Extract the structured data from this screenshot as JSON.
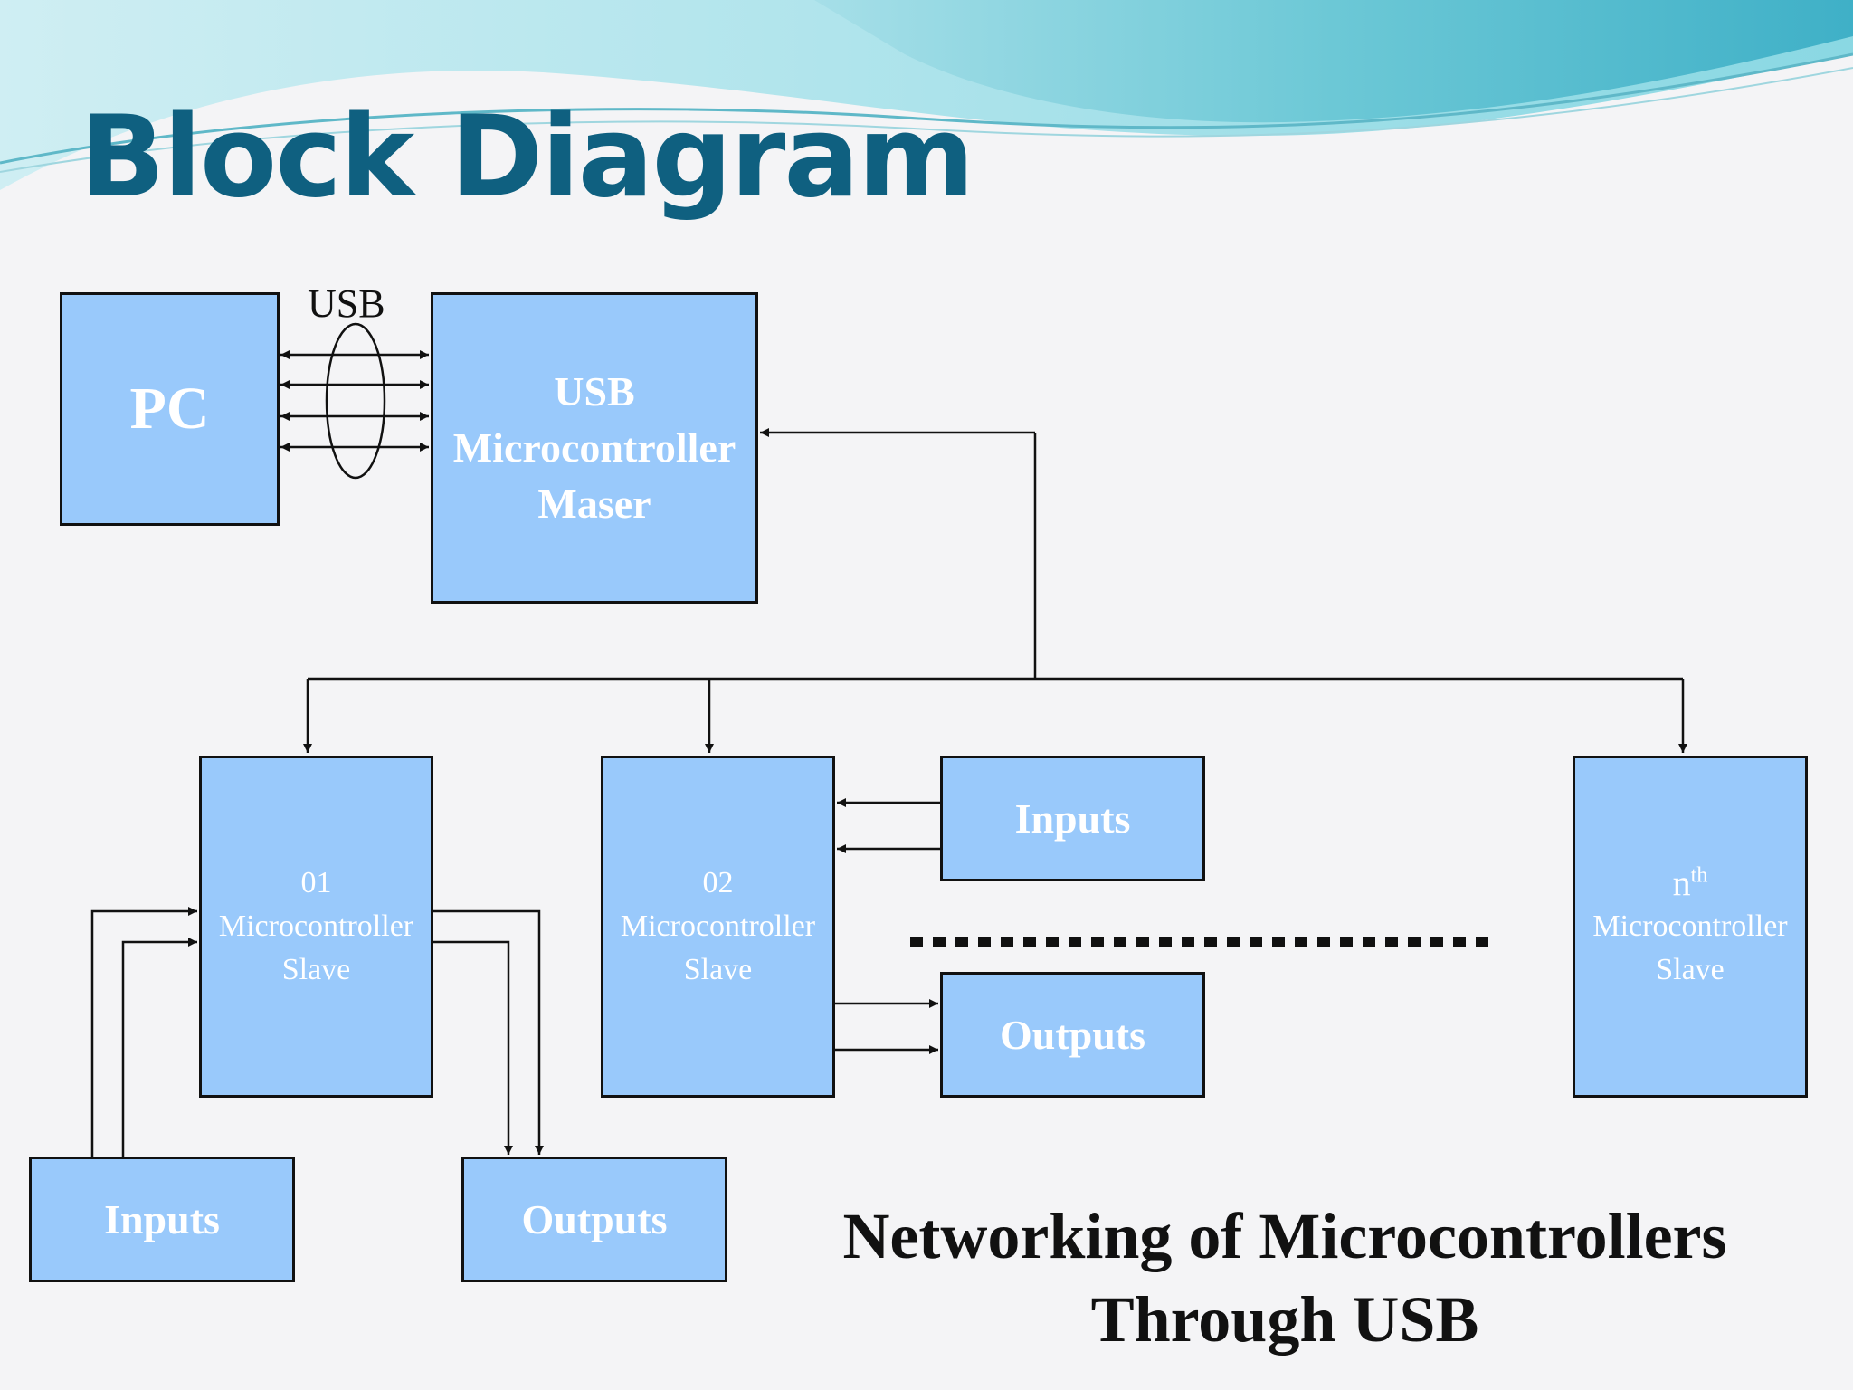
{
  "title": "Block Diagram",
  "pc": {
    "label": "PC"
  },
  "usb_link": {
    "label": "USB"
  },
  "master": {
    "lines": [
      "USB",
      "Microcontroller",
      "Maser"
    ]
  },
  "slaves": [
    {
      "lines": [
        "01",
        "Microcontroller",
        "Slave"
      ]
    },
    {
      "lines": [
        "02",
        "Microcontroller",
        "Slave"
      ]
    },
    {
      "prefix": "n",
      "sup": "th",
      "lines": [
        "Microcontroller",
        "Slave"
      ]
    }
  ],
  "io": {
    "slave1_inputs": "Inputs",
    "slave1_outputs": "Outputs",
    "slave2_inputs": "Inputs",
    "slave2_outputs": "Outputs"
  },
  "caption": {
    "lines": [
      "Networking of Microcontrollers",
      "Through USB"
    ]
  },
  "colors": {
    "block_fill": "#99c9fb",
    "title": "#0f6080",
    "wave": "#7fd3df"
  }
}
